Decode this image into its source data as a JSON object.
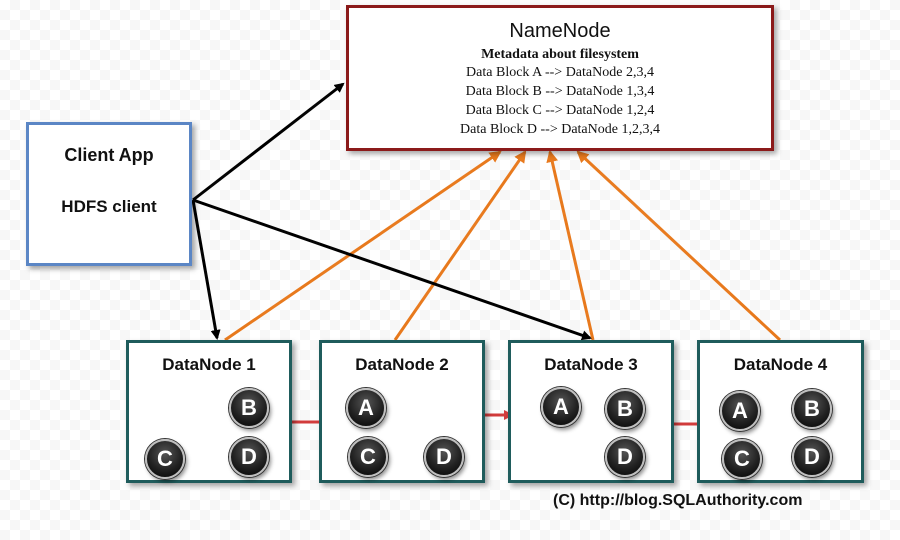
{
  "namenode": {
    "title": "NameNode",
    "subtitle": "Metadata about filesystem",
    "lines": [
      "Data Block A --> DataNode 2,3,4",
      "Data Block B --> DataNode 1,3,4",
      "Data Block C --> DataNode 1,2,4",
      "Data Block D --> DataNode 1,2,3,4"
    ]
  },
  "client": {
    "title": "Client App",
    "subtitle": "HDFS client"
  },
  "datanodes": [
    {
      "title": "DataNode 1",
      "blocks": [
        "B",
        "C",
        "D"
      ]
    },
    {
      "title": "DataNode 2",
      "blocks": [
        "A",
        "C",
        "D"
      ]
    },
    {
      "title": "DataNode 3",
      "blocks": [
        "A",
        "B",
        "D"
      ]
    },
    {
      "title": "DataNode 4",
      "blocks": [
        "A",
        "B",
        "C",
        "D"
      ]
    }
  ],
  "credit": "(C) http://blog.SQLAuthority.com",
  "colors": {
    "namenode_border": "#8b1a1a",
    "client_border": "#5b86c5",
    "datanode_border": "#1f5c5c",
    "client_arrow": "#000000",
    "report_arrow": "#e87a1e",
    "replication_arrow": "#d23c3c"
  }
}
